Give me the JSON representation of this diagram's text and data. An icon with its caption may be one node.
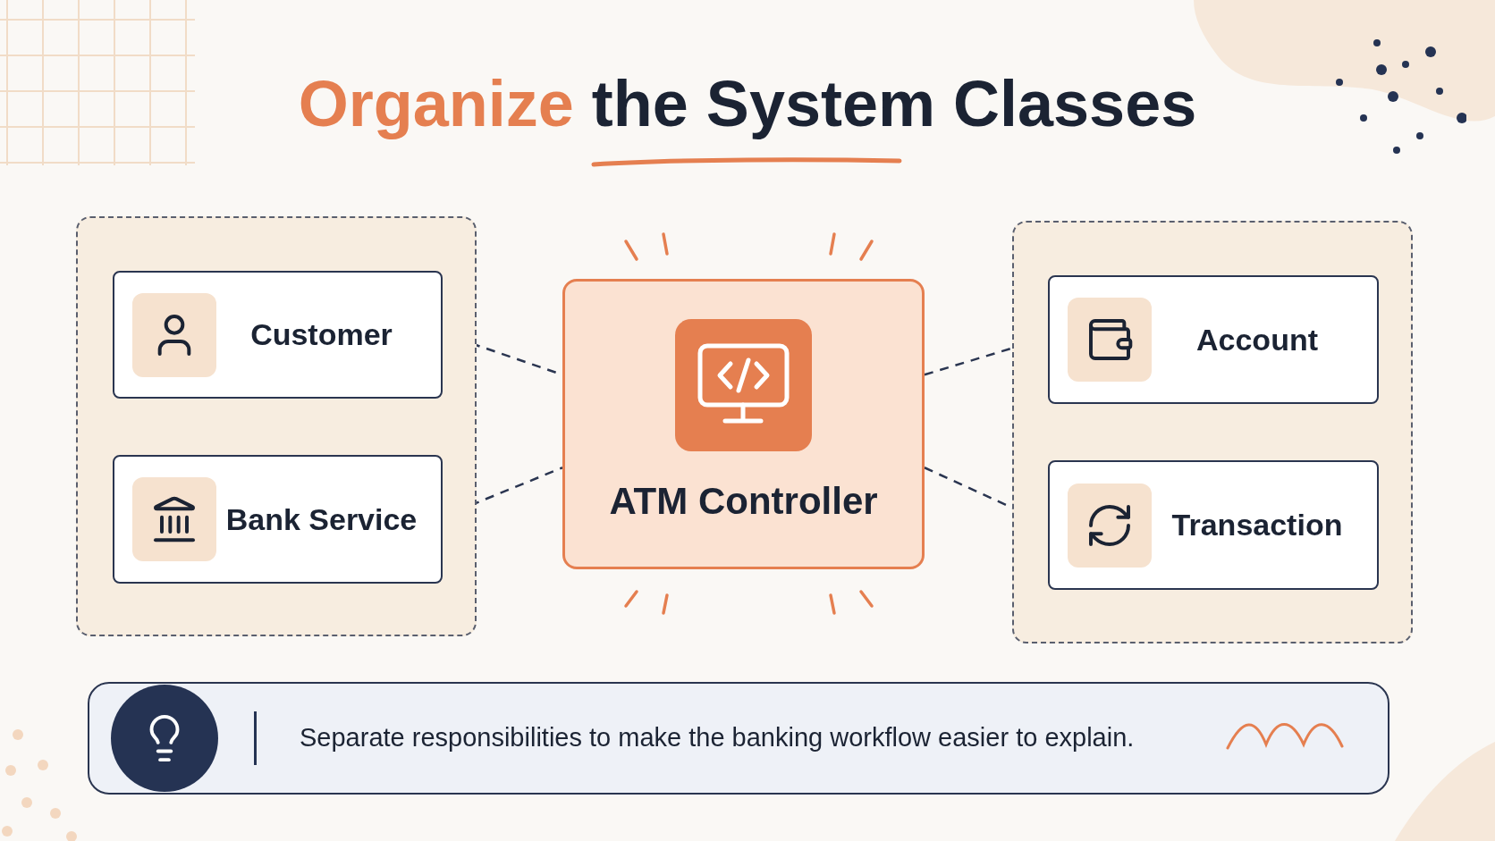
{
  "diagram": {
    "title": "Organize the System Classes",
    "nodes": [
      {
        "text": [],
        "shape": "box"
      },
      {
        "text": [
          "Customer"
        ],
        "in": 0
      },
      {
        "text": [
          "Bank Service"
        ],
        "in": 0
      },
      {
        "text": [
          "ATM Controller"
        ]
      },
      {
        "text": [],
        "shape": "box"
      },
      {
        "text": [
          "Account"
        ],
        "in": 4
      },
      {
        "text": [
          "Transaction"
        ],
        "in": 4
      },
      {
        "text": [
          "Separate responsibilities to make the banking workflow easier to explain."
        ]
      }
    ],
    "edges": [
      {
        "from": 1,
        "to": 3,
        "arrow": "none",
        "style": "dashed"
      },
      {
        "from": 2,
        "to": 3,
        "arrow": "none",
        "style": "dashed"
      },
      {
        "from": 3,
        "to": 5,
        "arrow": "none",
        "style": "dashed"
      },
      {
        "from": 3,
        "to": 6,
        "arrow": "none",
        "style": "dashed"
      }
    ]
  }
}
